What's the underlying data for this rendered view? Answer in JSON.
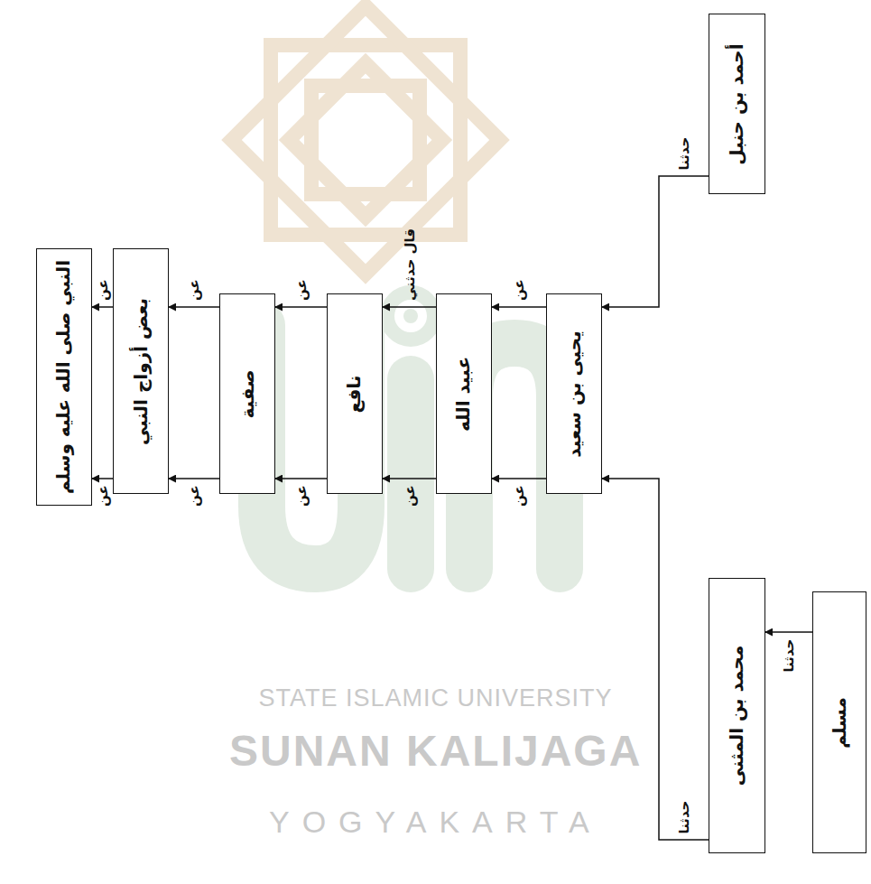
{
  "diagram": {
    "nodes": [
      {
        "text": [
          "النبي صلى الله عليه وسلم"
        ]
      },
      {
        "text": [
          "بعض أزواج النبي"
        ]
      },
      {
        "text": [
          "صفية"
        ]
      },
      {
        "text": [
          "نافع"
        ]
      },
      {
        "text": [
          "عبيد الله"
        ]
      },
      {
        "text": [
          "يحيى بن سعيد"
        ]
      },
      {
        "text": [
          "أحمد بن حنبل"
        ]
      },
      {
        "text": [
          "محمد بن المثنى"
        ]
      },
      {
        "text": [
          "مسلم"
        ]
      }
    ],
    "edges": [
      {
        "from": 1,
        "to": 0,
        "label": "عن",
        "arrow": "to"
      },
      {
        "from": 1,
        "to": 0,
        "label": "عن",
        "arrow": "to"
      },
      {
        "from": 2,
        "to": 1,
        "label": "عن",
        "arrow": "to"
      },
      {
        "from": 2,
        "to": 1,
        "label": "عن",
        "arrow": "to"
      },
      {
        "from": 3,
        "to": 2,
        "label": "عن",
        "arrow": "to"
      },
      {
        "from": 3,
        "to": 2,
        "label": "عن",
        "arrow": "to"
      },
      {
        "from": 4,
        "to": 3,
        "label": "قال حدثني",
        "arrow": "to"
      },
      {
        "from": 4,
        "to": 3,
        "label": "عن",
        "arrow": "to"
      },
      {
        "from": 5,
        "to": 4,
        "label": "عن",
        "arrow": "to"
      },
      {
        "from": 5,
        "to": 4,
        "label": "عن",
        "arrow": "to"
      },
      {
        "from": 6,
        "to": 5,
        "label": "حدثنا",
        "arrow": "to"
      },
      {
        "from": 7,
        "to": 5,
        "label": "حدثنا",
        "arrow": "to"
      },
      {
        "from": 8,
        "to": 7,
        "label": "حدثنا",
        "arrow": "to"
      }
    ],
    "labels": [
      "STATE ISLAMIC UNIVERSITY",
      "SUNAN KALIJAGA",
      "YOGYAKARTA"
    ]
  }
}
